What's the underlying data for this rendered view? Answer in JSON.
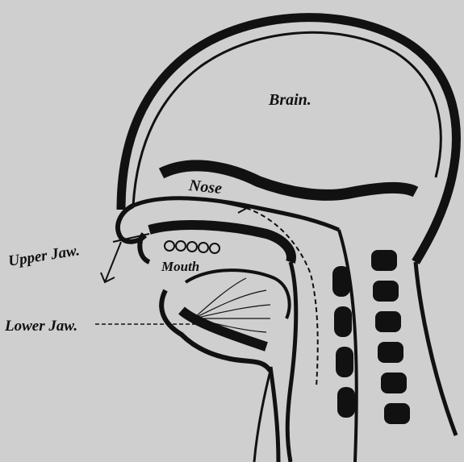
{
  "labels": {
    "brain": "Brain.",
    "nose": "Nose",
    "mouth": "Mouth",
    "upper_jaw": "Upper Jaw.",
    "lower_jaw": "Lower Jaw."
  },
  "colors": {
    "background": "#cfcfcf",
    "ink": "#111111"
  }
}
